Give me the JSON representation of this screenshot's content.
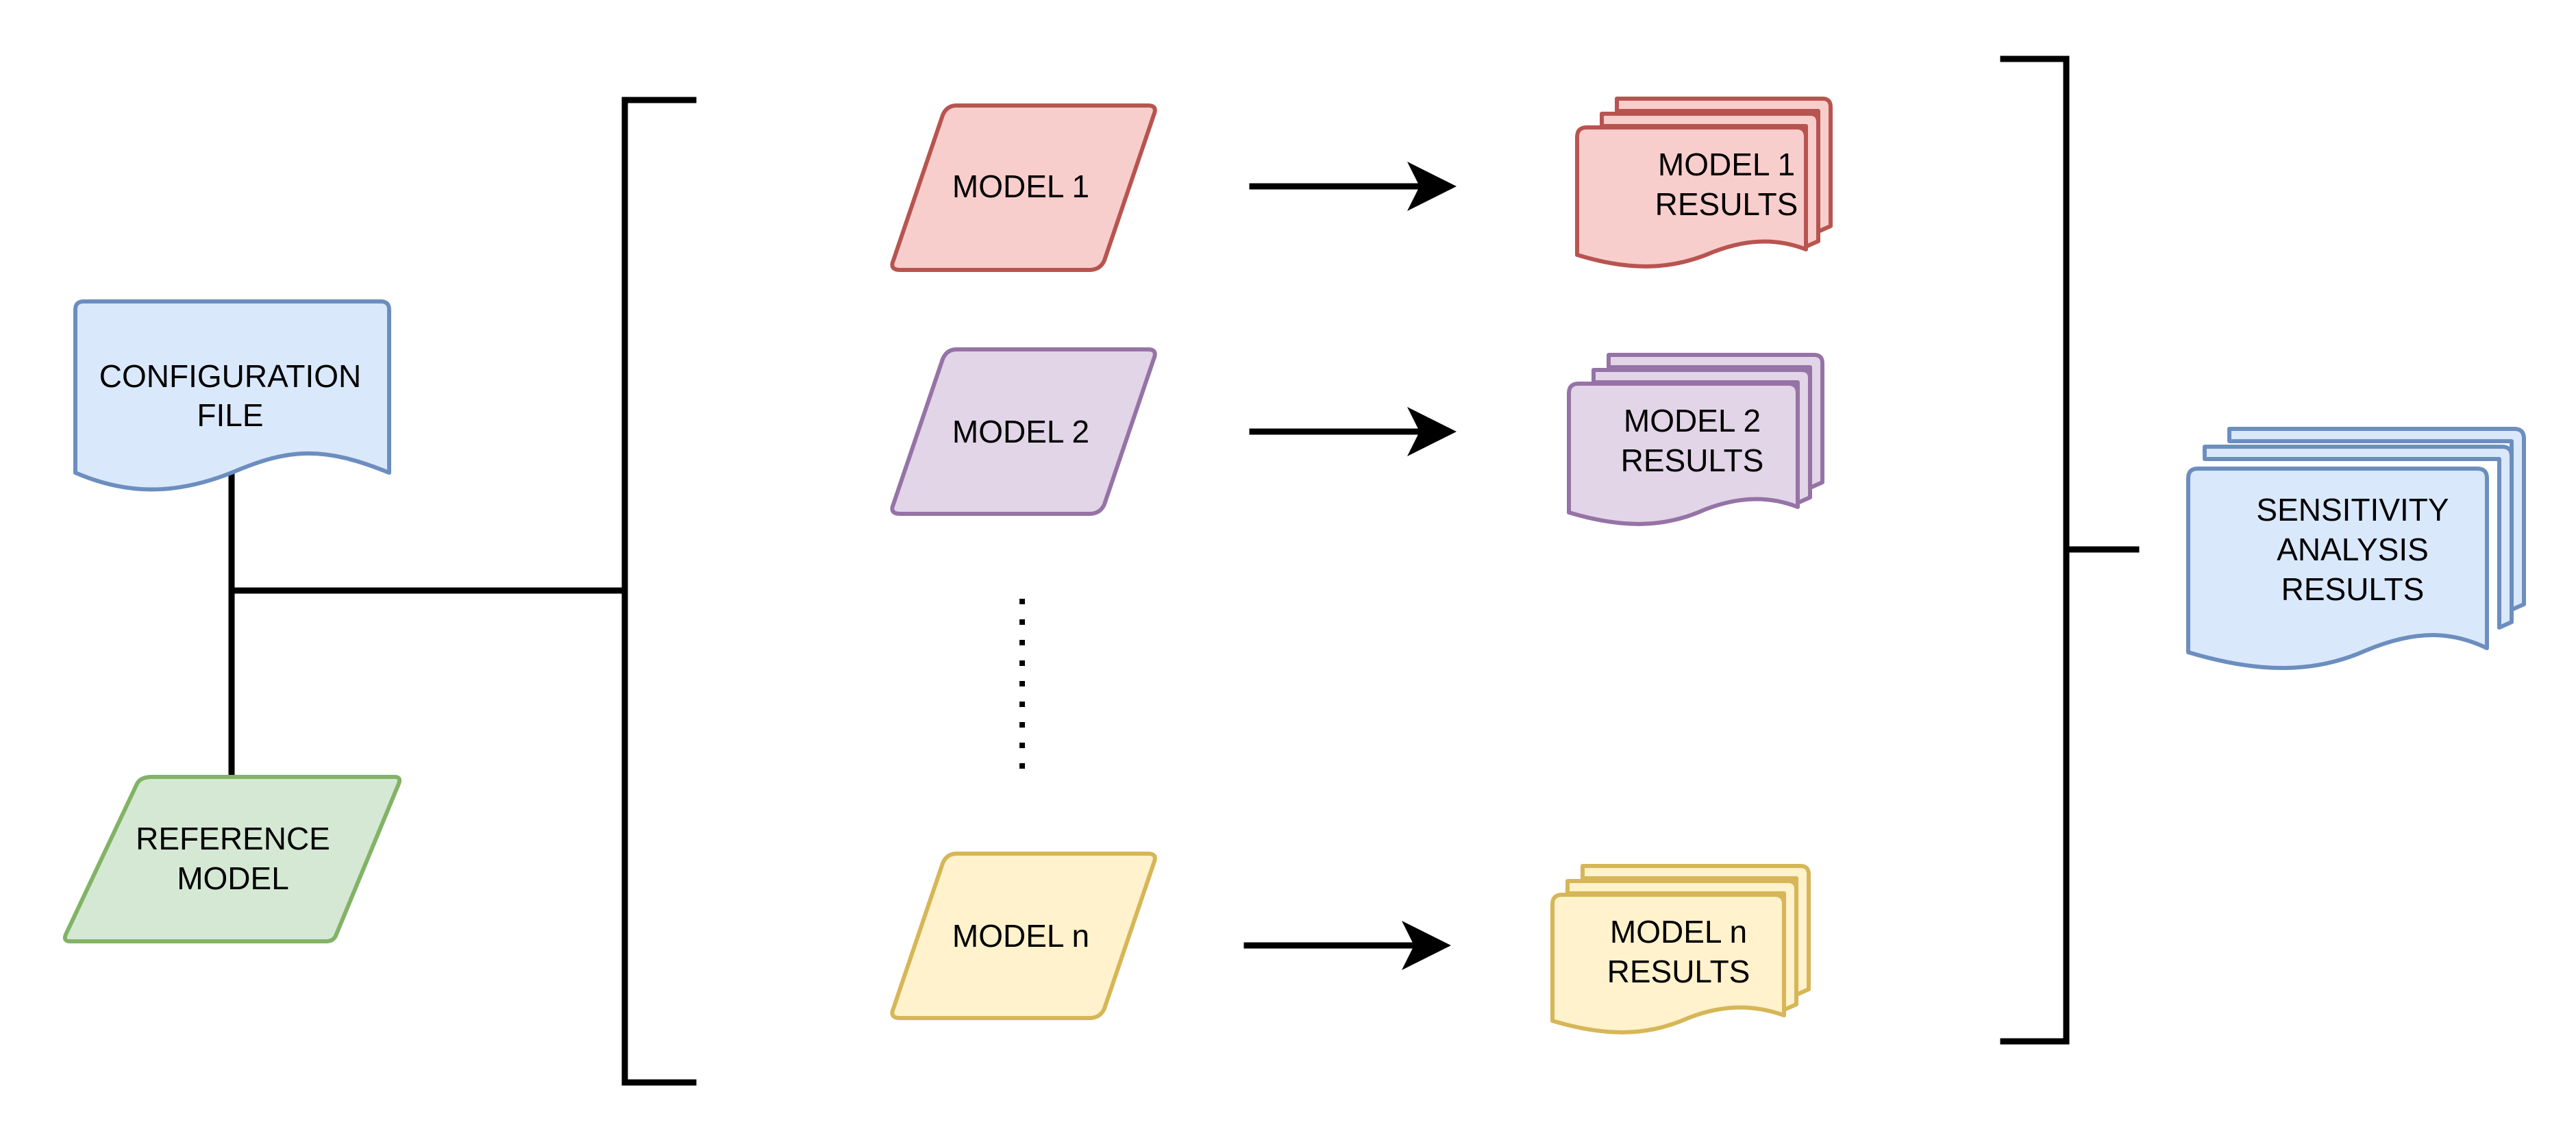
{
  "colors": {
    "blue": {
      "fill": "#dae8fc",
      "stroke": "#6c8ebf"
    },
    "green": {
      "fill": "#d5e8d4",
      "stroke": "#82b366"
    },
    "red": {
      "fill": "#f8cecc",
      "stroke": "#b85450"
    },
    "purple": {
      "fill": "#e1d5e7",
      "stroke": "#9673a6"
    },
    "yellow": {
      "fill": "#fff2cc",
      "stroke": "#d6b656"
    },
    "connector": "#000000"
  },
  "config_file": {
    "line1": "CONFIGURATION",
    "line2": "FILE",
    "icon": "document-icon"
  },
  "reference_model": {
    "line1": "REFERENCE",
    "line2": "MODEL",
    "icon": "parallelogram-icon"
  },
  "models": [
    {
      "label": "MODEL 1",
      "result_line1": "MODEL 1",
      "result_line2": "RESULTS"
    },
    {
      "label": "MODEL 2",
      "result_line1": "MODEL 2",
      "result_line2": "RESULTS"
    },
    {
      "label": "MODEL n",
      "result_line1": "MODEL n",
      "result_line2": "RESULTS"
    }
  ],
  "sensitivity": {
    "line1": "SENSITIVITY",
    "line2": "ANALYSIS",
    "line3": "RESULTS",
    "icon": "multi-document-icon"
  }
}
